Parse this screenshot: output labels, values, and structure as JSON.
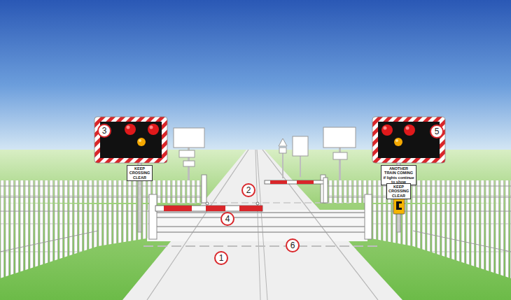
{
  "diagram": {
    "nodes": [
      {
        "text": [
          "KEEP CROSSING CLEAR"
        ]
      },
      {
        "text": [
          "ANOTHER TRAIN COMING if lights continue to show"
        ]
      },
      {
        "text": [
          "KEEP CROSSING CLEAR"
        ]
      }
    ],
    "labels": [
      "3",
      "5",
      "2",
      "4",
      "6",
      "1"
    ]
  }
}
